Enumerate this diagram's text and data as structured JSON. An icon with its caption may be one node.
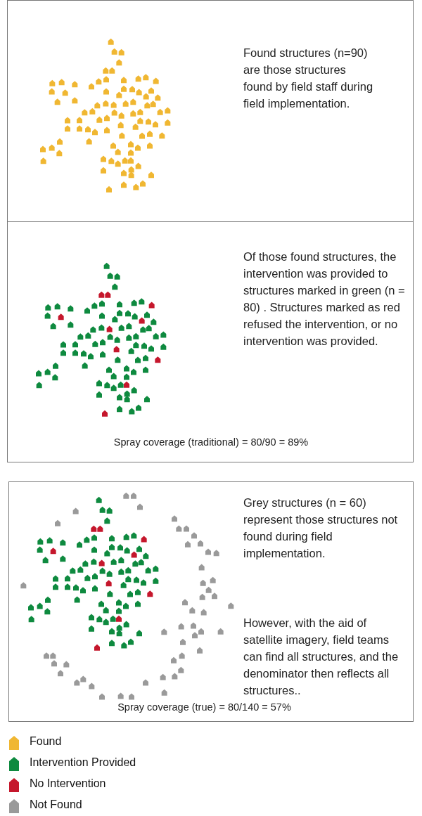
{
  "diagram": {
    "nodes": [
      {
        "text": [
          "Found structures (n=90) are those structures found by field staff during field implementation."
        ]
      },
      {
        "text": [
          "Of those found structures, the intervention was provided to structures marked in green (n = 80) . Structures marked as red refused the intervention, or no intervention was provided.",
          "Spray coverage (traditional) = 80/90 = 89%"
        ]
      },
      {
        "text": [
          "Grey structures (n = 60) represent those structures not found during field implementation.",
          "However, with the aid of satellite imagery, field teams can find all structures, and the denominator then reflects all structures..",
          "Spray coverage (true) = 80/140 = 57%"
        ]
      }
    ],
    "legend": [
      {
        "text": "Found",
        "color": "#f0b732"
      },
      {
        "text": "Intervention Provided",
        "color": "#0e8a3f"
      },
      {
        "text": "No Intervention",
        "color": "#c5172c"
      },
      {
        "text": "Not Found",
        "color": "#9a9a9a"
      }
    ]
  }
}
